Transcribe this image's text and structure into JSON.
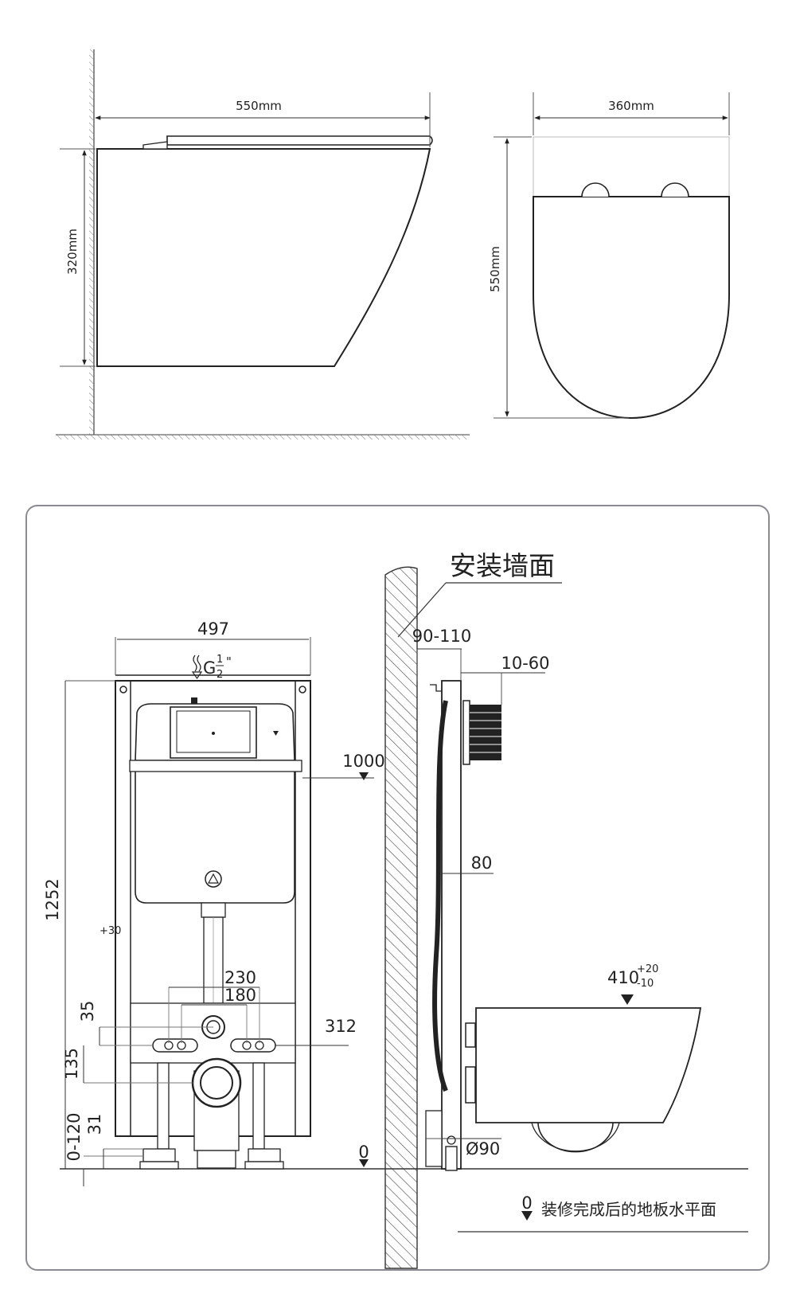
{
  "top_view": {
    "side": {
      "width_label": "550mm",
      "height_label": "320mm"
    },
    "front": {
      "width_label": "360mm",
      "depth_label": "550mm"
    }
  },
  "install_panel": {
    "wall_label": "安装墙面",
    "frame_width": "497",
    "connector_label": "G",
    "connector_num": "1",
    "connector_den": "2",
    "connector_unit": "\"",
    "height_total": "1252",
    "tolerance": "+30",
    "dim_230": "230",
    "dim_180": "180",
    "dim_35": "35",
    "dim_135": "135",
    "dim_312": "312",
    "dim_0_120": "0-120",
    "dim_31": "31",
    "level_1000": "1000",
    "level_zero": "0",
    "wall_thickness": "90-110",
    "gap_10_60": "10-60",
    "dim_80": "80",
    "seat_height": "410",
    "seat_tol_up": "+20",
    "seat_tol_down": "-10",
    "pipe_diameter": "Ø90",
    "floor_level_label": "装修完成后的地板水平面",
    "legend_zero": "0"
  }
}
